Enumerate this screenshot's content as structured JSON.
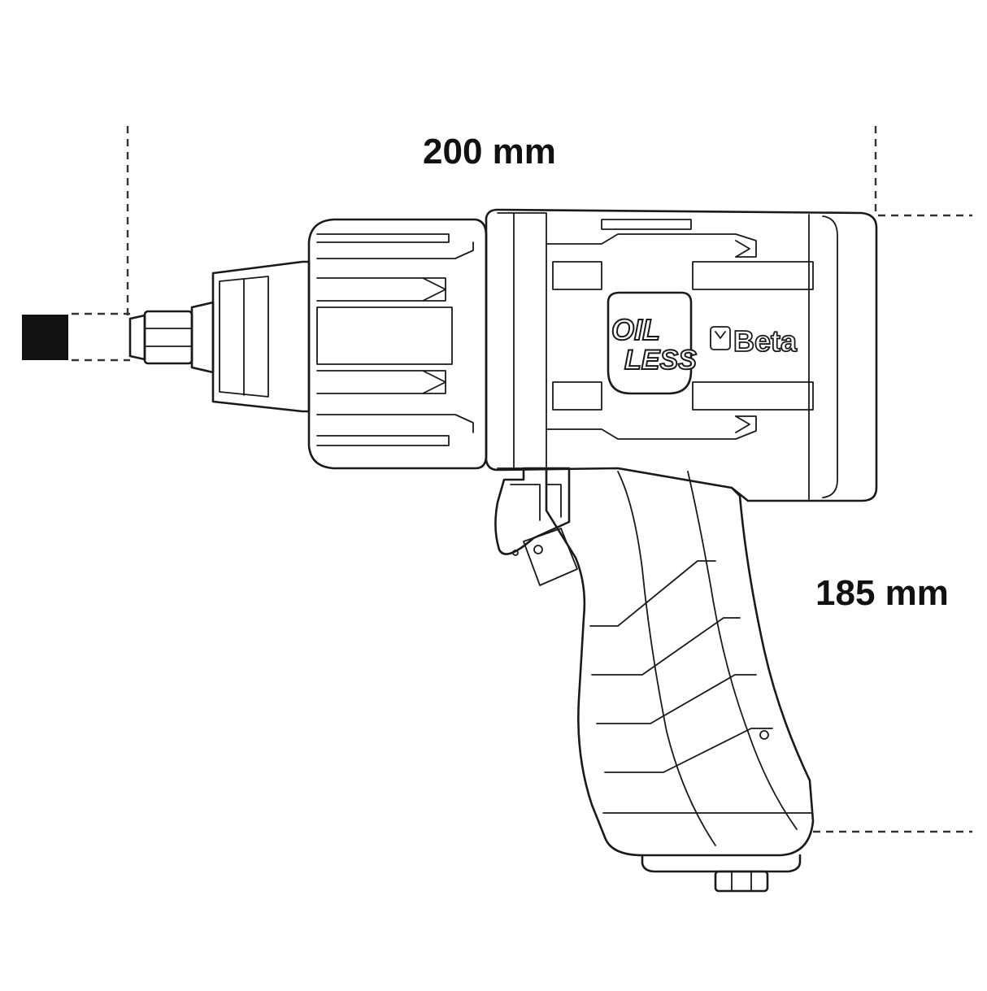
{
  "dimensions": {
    "width": "200 mm",
    "height": "185 mm"
  },
  "logo": {
    "line1": "OIL",
    "line2": "LESS"
  },
  "brand": {
    "name": "Beta"
  },
  "colors": {
    "line": "#1a1a1a",
    "background": "#ffffff",
    "socket_fill": "#111111"
  }
}
